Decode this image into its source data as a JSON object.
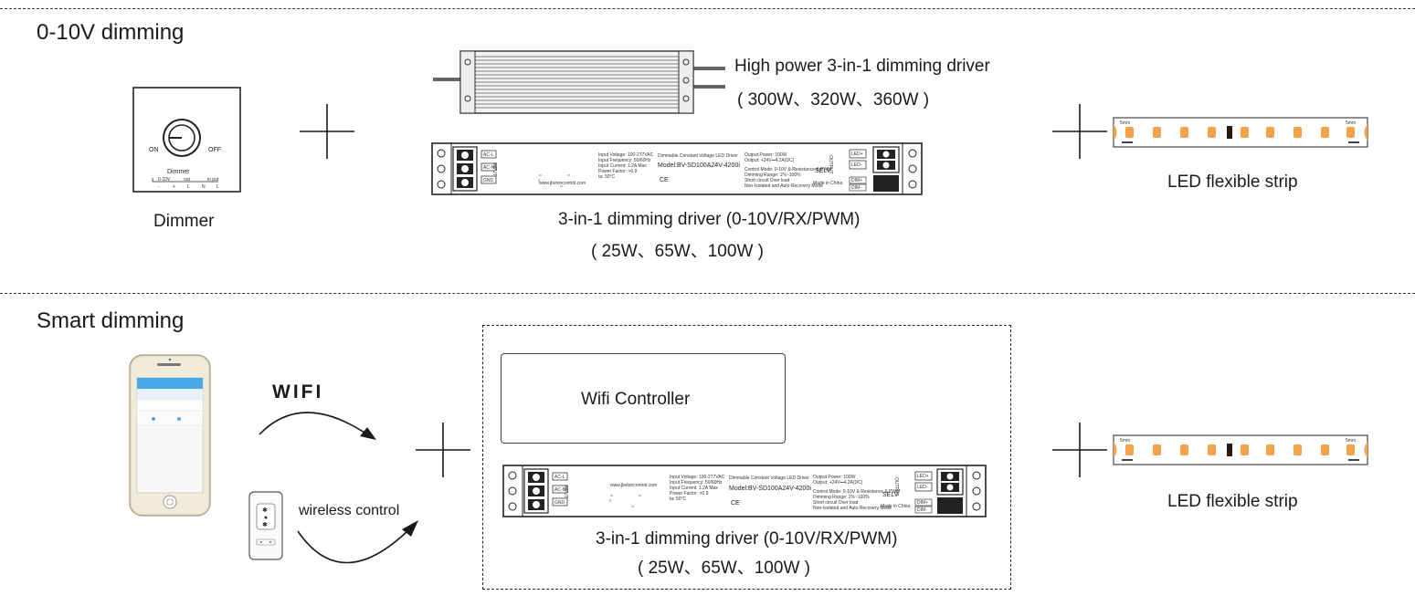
{
  "sections": {
    "dimming_0_10v": {
      "title": "0-10V dimming",
      "dimmer": {
        "caption": "Dimmer",
        "knob_label": "Dimmer",
        "on_label": "ON",
        "off_label": "OFF",
        "terminal_labels": [
          "0-10V",
          "out",
          "in put"
        ],
        "terminal_pins": [
          "-",
          "+",
          "L",
          "N",
          "L"
        ]
      },
      "high_power_driver": {
        "name": "High power 3-in-1 dimming driver",
        "wattages": "( 300W、320W、360W )"
      },
      "driver": {
        "name": "3-in-1 dimming driver (0-10V/RX/PWM)",
        "wattages": "( 25W、65W、100W )"
      },
      "strip": {
        "caption": "LED flexible strip"
      }
    },
    "smart_dimming": {
      "title": "Smart dimming",
      "wifi_label": "WIFI",
      "wireless_label": "wireless control",
      "controller_label": "Wifi Controller",
      "driver": {
        "name": "3-in-1 dimming driver (0-10V/RX/PWM)",
        "wattages": "( 25W、65W、100W )"
      },
      "strip": {
        "caption": "LED flexible strip"
      }
    }
  },
  "driver_plate": {
    "website": "www.jbvtoncontrol.com",
    "model": "Model:BV-SD100A24V-4200i",
    "dimmable": "Dimmable Constant Voltage LED Driver",
    "input_specs": [
      "Input Voltage: 100-277VAC",
      "Input Frequency: 50/60Hz",
      "Input Current: 1.2A Max",
      "Power Factor: >0.9",
      "ta: 50°C"
    ],
    "output_specs": [
      "Output Power: 100W",
      "Output: +24V⎓4.2A(DC)"
    ],
    "control_specs": [
      "Control Mode: 0-10V & Resistance & PWM",
      "Dimming Range: 1%~100%",
      "Short circuit  Over load",
      "Non-Isolated and Auto Recovery Mode"
    ],
    "selv": "SELV",
    "made_in": "Made in China",
    "input_terminals": [
      "AC-L",
      "AC-N",
      "GND"
    ],
    "output_terminals": [
      "LED+",
      "LED-"
    ],
    "dim_terminals": [
      "DIM+",
      "DIM-"
    ],
    "input_text": "INPUT",
    "output_text": "OUTPUT",
    "ce": "CE"
  },
  "strip_marks": {
    "left": "5mm",
    "right": "5mm"
  },
  "colors": {
    "led_orange": "#f5a34a",
    "led_dark": "#2a1a10",
    "phone_blue": "#4aa9e8",
    "phone_gold": "#d8c8a8",
    "line": "#1a1a1a"
  }
}
